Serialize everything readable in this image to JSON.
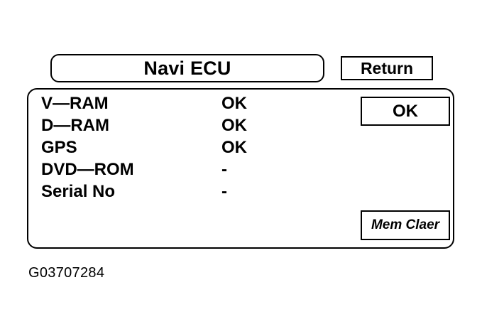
{
  "header": {
    "title": "Navi ECU",
    "return_label": "Return"
  },
  "diagnostics": {
    "rows": [
      {
        "label": "V—RAM",
        "value": "OK"
      },
      {
        "label": "D—RAM",
        "value": "OK"
      },
      {
        "label": "GPS",
        "value": "OK"
      },
      {
        "label": "DVD—ROM",
        "value": "-"
      },
      {
        "label": "Serial No",
        "value": "-"
      }
    ],
    "ok_label": "OK",
    "mem_clear_label": "Mem Claer"
  },
  "figure_id": "G03707284"
}
